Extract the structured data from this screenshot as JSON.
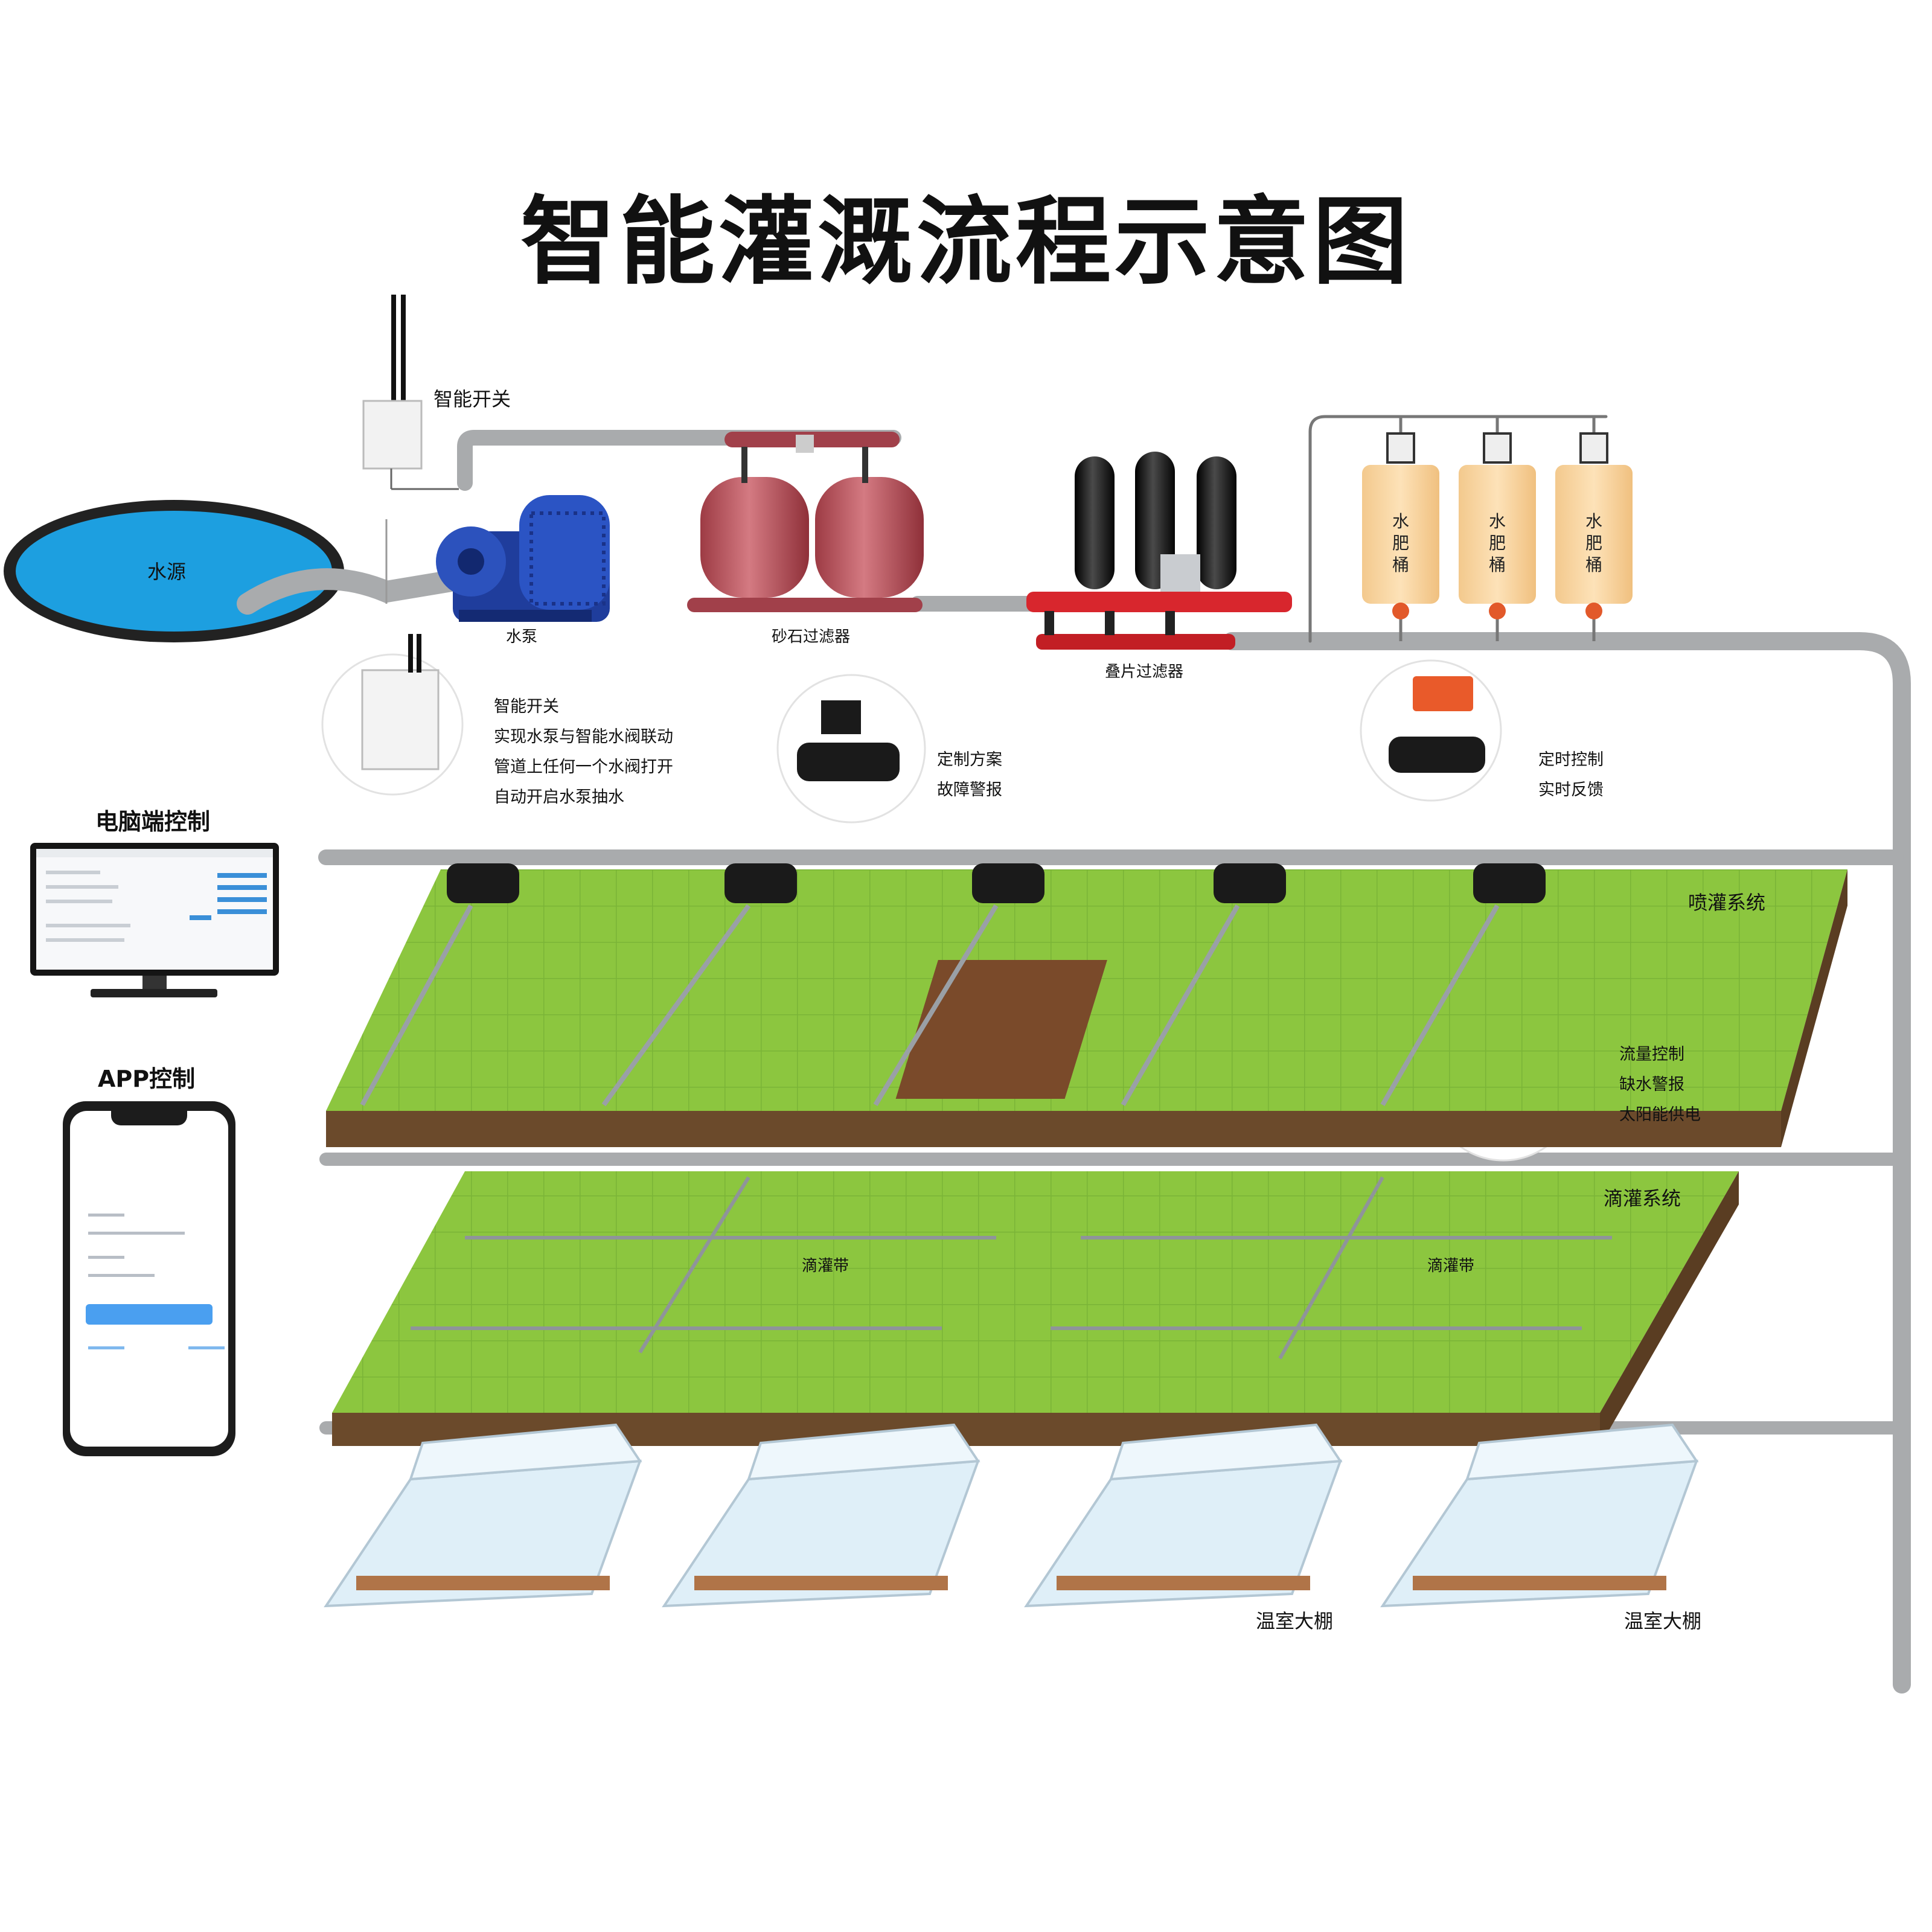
{
  "title": "智能灌溉流程示意图",
  "labels": {
    "water_source": "水源",
    "smart_switch_top": "智能开关",
    "water_pump": "水泵",
    "sand_filter": "砂石过滤器",
    "disc_filter": "叠片过滤器",
    "fertilizer_tank": "水肥桶",
    "pc_control": "电脑端控制",
    "app_control": "APP控制",
    "sprinkler_system": "喷灌系统",
    "drip_system": "滴灌系统",
    "drip_tape_1": "滴灌带",
    "drip_tape_2": "滴灌带",
    "greenhouse_1": "温室大棚",
    "greenhouse_2": "温室大棚"
  },
  "callouts": {
    "smart_switch": [
      "智能开关",
      "实现水泵与智能水阀联动",
      "管道上任何一个水阀打开",
      "自动开启水泵抽水"
    ],
    "valve_plan": [
      "定制方案",
      "故障警报"
    ],
    "timer_valve": [
      "定时控制",
      "实时反馈"
    ],
    "flow_valve": [
      "流量控制",
      "缺水警报",
      "太阳能供电"
    ]
  },
  "colors": {
    "pipe": "#a9abad",
    "field_green": "#8cc63f",
    "soil": "#6b4a2b",
    "water": "#1d9fe0",
    "tank": "#f8d7a4",
    "sand_filter": "#b9505a",
    "disc_filter": "#d8262d"
  }
}
